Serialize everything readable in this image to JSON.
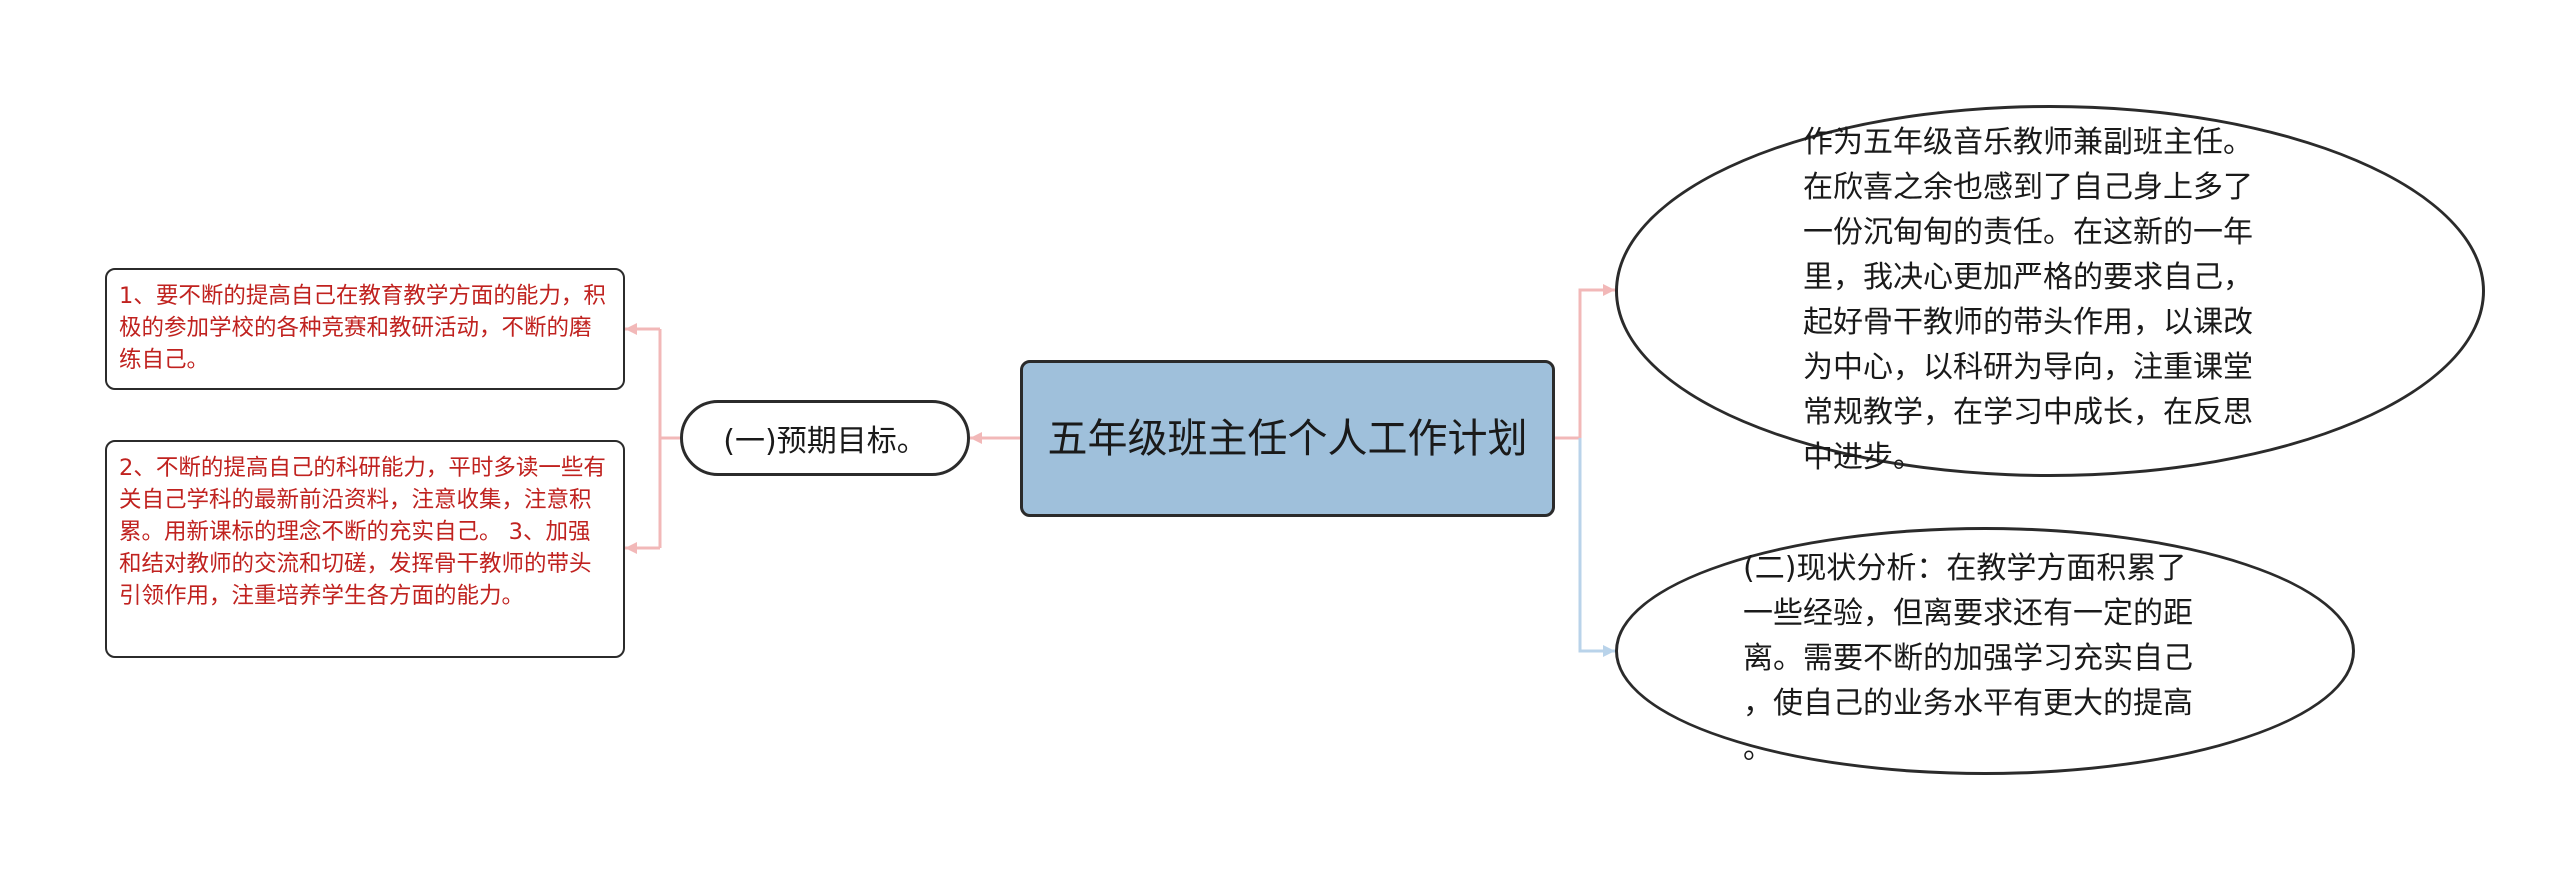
{
  "mindmap": {
    "center": {
      "label": "五年级班主任个人工作计划"
    },
    "left_branch": {
      "label": "(一)预期目标。",
      "leaves": [
        {
          "text": "1、要不断的提高自己在教育教学方面的能力，积极的参加学校的各种竞赛和教研活动，不断的磨练自己。"
        },
        {
          "text": "2、不断的提高自己的科研能力，平时多读一些有关自己学科的最新前沿资料，注意收集，注意积累。用新课标的理念不断的充实自己。 3、加强和结对教师的交流和切磋，发挥骨干教师的带头引领作用，注重培养学生各方面的能力。"
        }
      ]
    },
    "right_nodes": [
      {
        "text": "作为五年级音乐教师兼副班主任。\n在欣喜之余也感到了自己身上多了\n一份沉甸甸的责任。在这新的一年\n里，我决心更加严格的要求自己，\n起好骨干教师的带头作用，以课改\n为中心，以科研为导向，注重课堂\n常规教学，在学习中成长，在反思\n中进步。"
      },
      {
        "text": "(二)现状分析：在教学方面积累了\n一些经验，但离要求还有一定的距\n离。需要不断的加强学习充实自己\n，使自己的业务水平有更大的提高\n。"
      }
    ]
  },
  "colors": {
    "center_fill": "#9fc0db",
    "leaf_text": "#c0221f",
    "link_pink": "#f2b8b8",
    "link_blue": "#b9d3ea",
    "border": "#2b2b2b"
  }
}
